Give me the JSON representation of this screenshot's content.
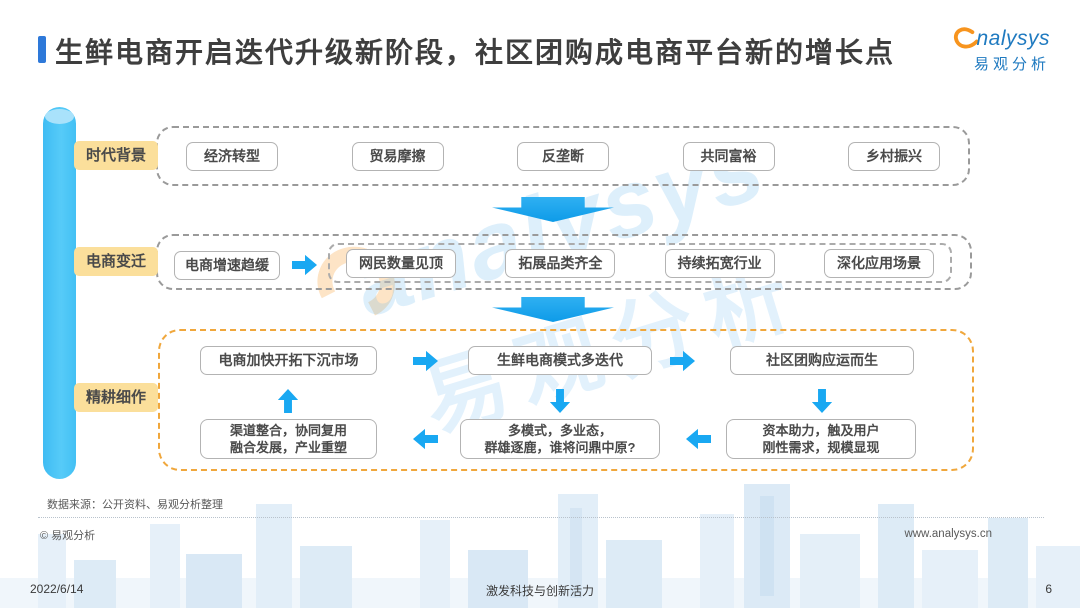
{
  "title": {
    "text": "生鲜电商开启迭代升级新阶段，社区团购成电商平台新的增长点"
  },
  "logo": {
    "latin": "nalysys",
    "cn": "易观分析"
  },
  "stages": [
    {
      "label": "时代背景"
    },
    {
      "label": "电商变迁"
    },
    {
      "label": "精耕细作"
    }
  ],
  "row1": {
    "items": [
      "经济转型",
      "贸易摩擦",
      "反垄断",
      "共同富裕",
      "乡村振兴"
    ]
  },
  "row2": {
    "lead": "电商增速趋缓",
    "items": [
      "网民数量见顶",
      "拓展品类齐全",
      "持续拓宽行业",
      "深化应用场景"
    ]
  },
  "row3": {
    "top": [
      "电商加快开拓下沉市场",
      "生鲜电商模式多迭代",
      "社区团购应运而生"
    ],
    "bottom": [
      {
        "line1": "渠道整合，协同复用",
        "line2": "融合发展，产业重塑"
      },
      {
        "line1": "多模式，多业态，",
        "line2": "群雄逐鹿，谁将问鼎中原?"
      },
      {
        "line1": "资本助力，触及用户",
        "line2": "刚性需求，规模显现"
      }
    ]
  },
  "watermark": {
    "latin": "analysys",
    "cn": "易观分析"
  },
  "source": {
    "text": "数据来源：公开资料、易观分析整理"
  },
  "footer": {
    "copyright": "© 易观分析",
    "website": "www.analysys.cn",
    "date": "2022/6/14",
    "slogan": "激发科技与创新活力",
    "page": "6"
  },
  "colors": {
    "accent_blue": "#2E79D9",
    "arrow_blue": "#19A8F2",
    "cylinder_blue": "#4AC4F6",
    "label_yellow": "#FBDF9B",
    "dashed_gray": "#9A9A9A",
    "dashed_orange": "#F0A73C",
    "logo_orange": "#F7941E",
    "logo_blue": "#1F7AC0"
  }
}
